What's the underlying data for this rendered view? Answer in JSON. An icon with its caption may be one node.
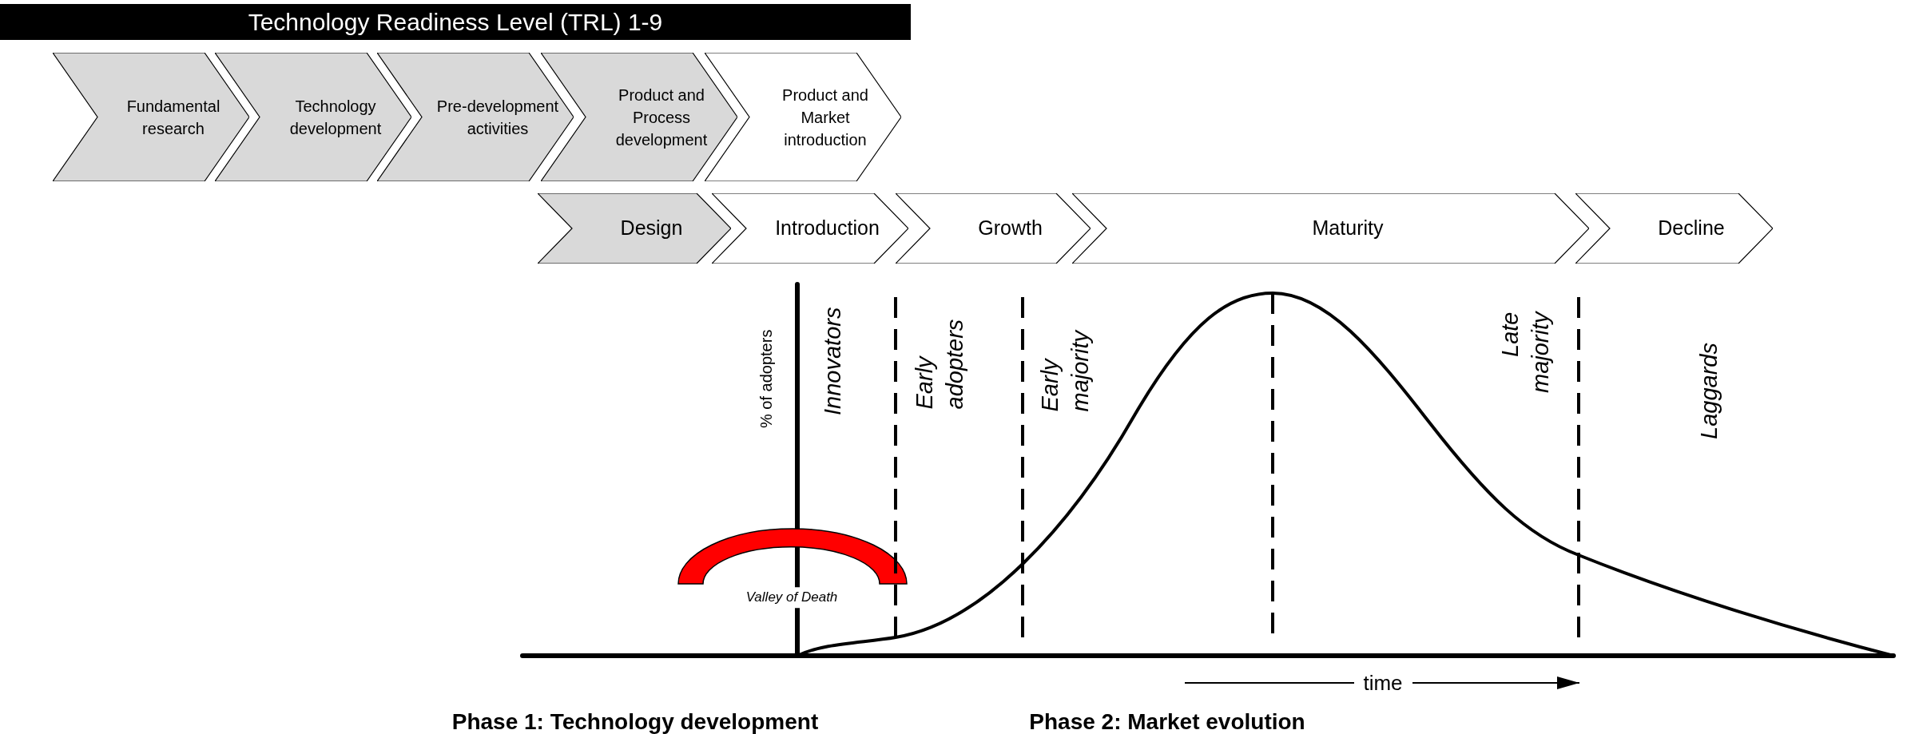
{
  "diagram": {
    "nodes": [
      {
        "text": [
          "Technology Readiness Level (TRL) 1-9"
        ]
      },
      {
        "text": [
          "Fundamental research"
        ]
      },
      {
        "text": [
          "Technology development"
        ]
      },
      {
        "text": [
          "Pre-development activities"
        ]
      },
      {
        "text": [
          "Product and Process development"
        ]
      },
      {
        "text": [
          "Product and Market introduction"
        ]
      },
      {
        "text": [
          "Design"
        ]
      },
      {
        "text": [
          "Introduction"
        ]
      },
      {
        "text": [
          "Growth"
        ]
      },
      {
        "text": [
          "Maturity"
        ]
      },
      {
        "text": [
          "Decline"
        ]
      },
      {
        "text": [],
        "shape": "arch",
        "beside": [
          "Valley of Death"
        ]
      }
    ],
    "labels": [
      "% of adopters",
      "Innovators",
      "Early adopters",
      "Early majority",
      "Late majority",
      "Laggards",
      "time",
      "Phase 1: Technology development",
      "Phase 2: Market evolution"
    ]
  }
}
